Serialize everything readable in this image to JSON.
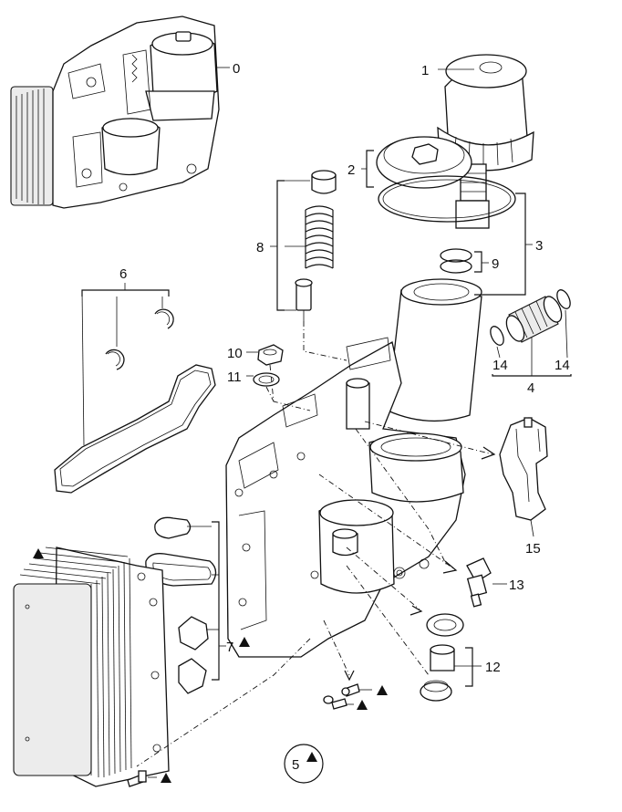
{
  "callouts": {
    "c0": "0",
    "c1": "1",
    "c2": "2",
    "c3": "3",
    "c4": "4",
    "c5": "5",
    "c6": "6",
    "c7": "7",
    "c8": "8",
    "c9": "9",
    "c10": "10",
    "c11": "11",
    "c12": "12",
    "c13": "13",
    "c14a": "14",
    "c14b": "14",
    "c15": "15"
  },
  "icons": {
    "replacement_marker": "triangle-icon"
  },
  "colors": {
    "line": "#111111",
    "background": "#ffffff",
    "shading": "#ececec"
  }
}
